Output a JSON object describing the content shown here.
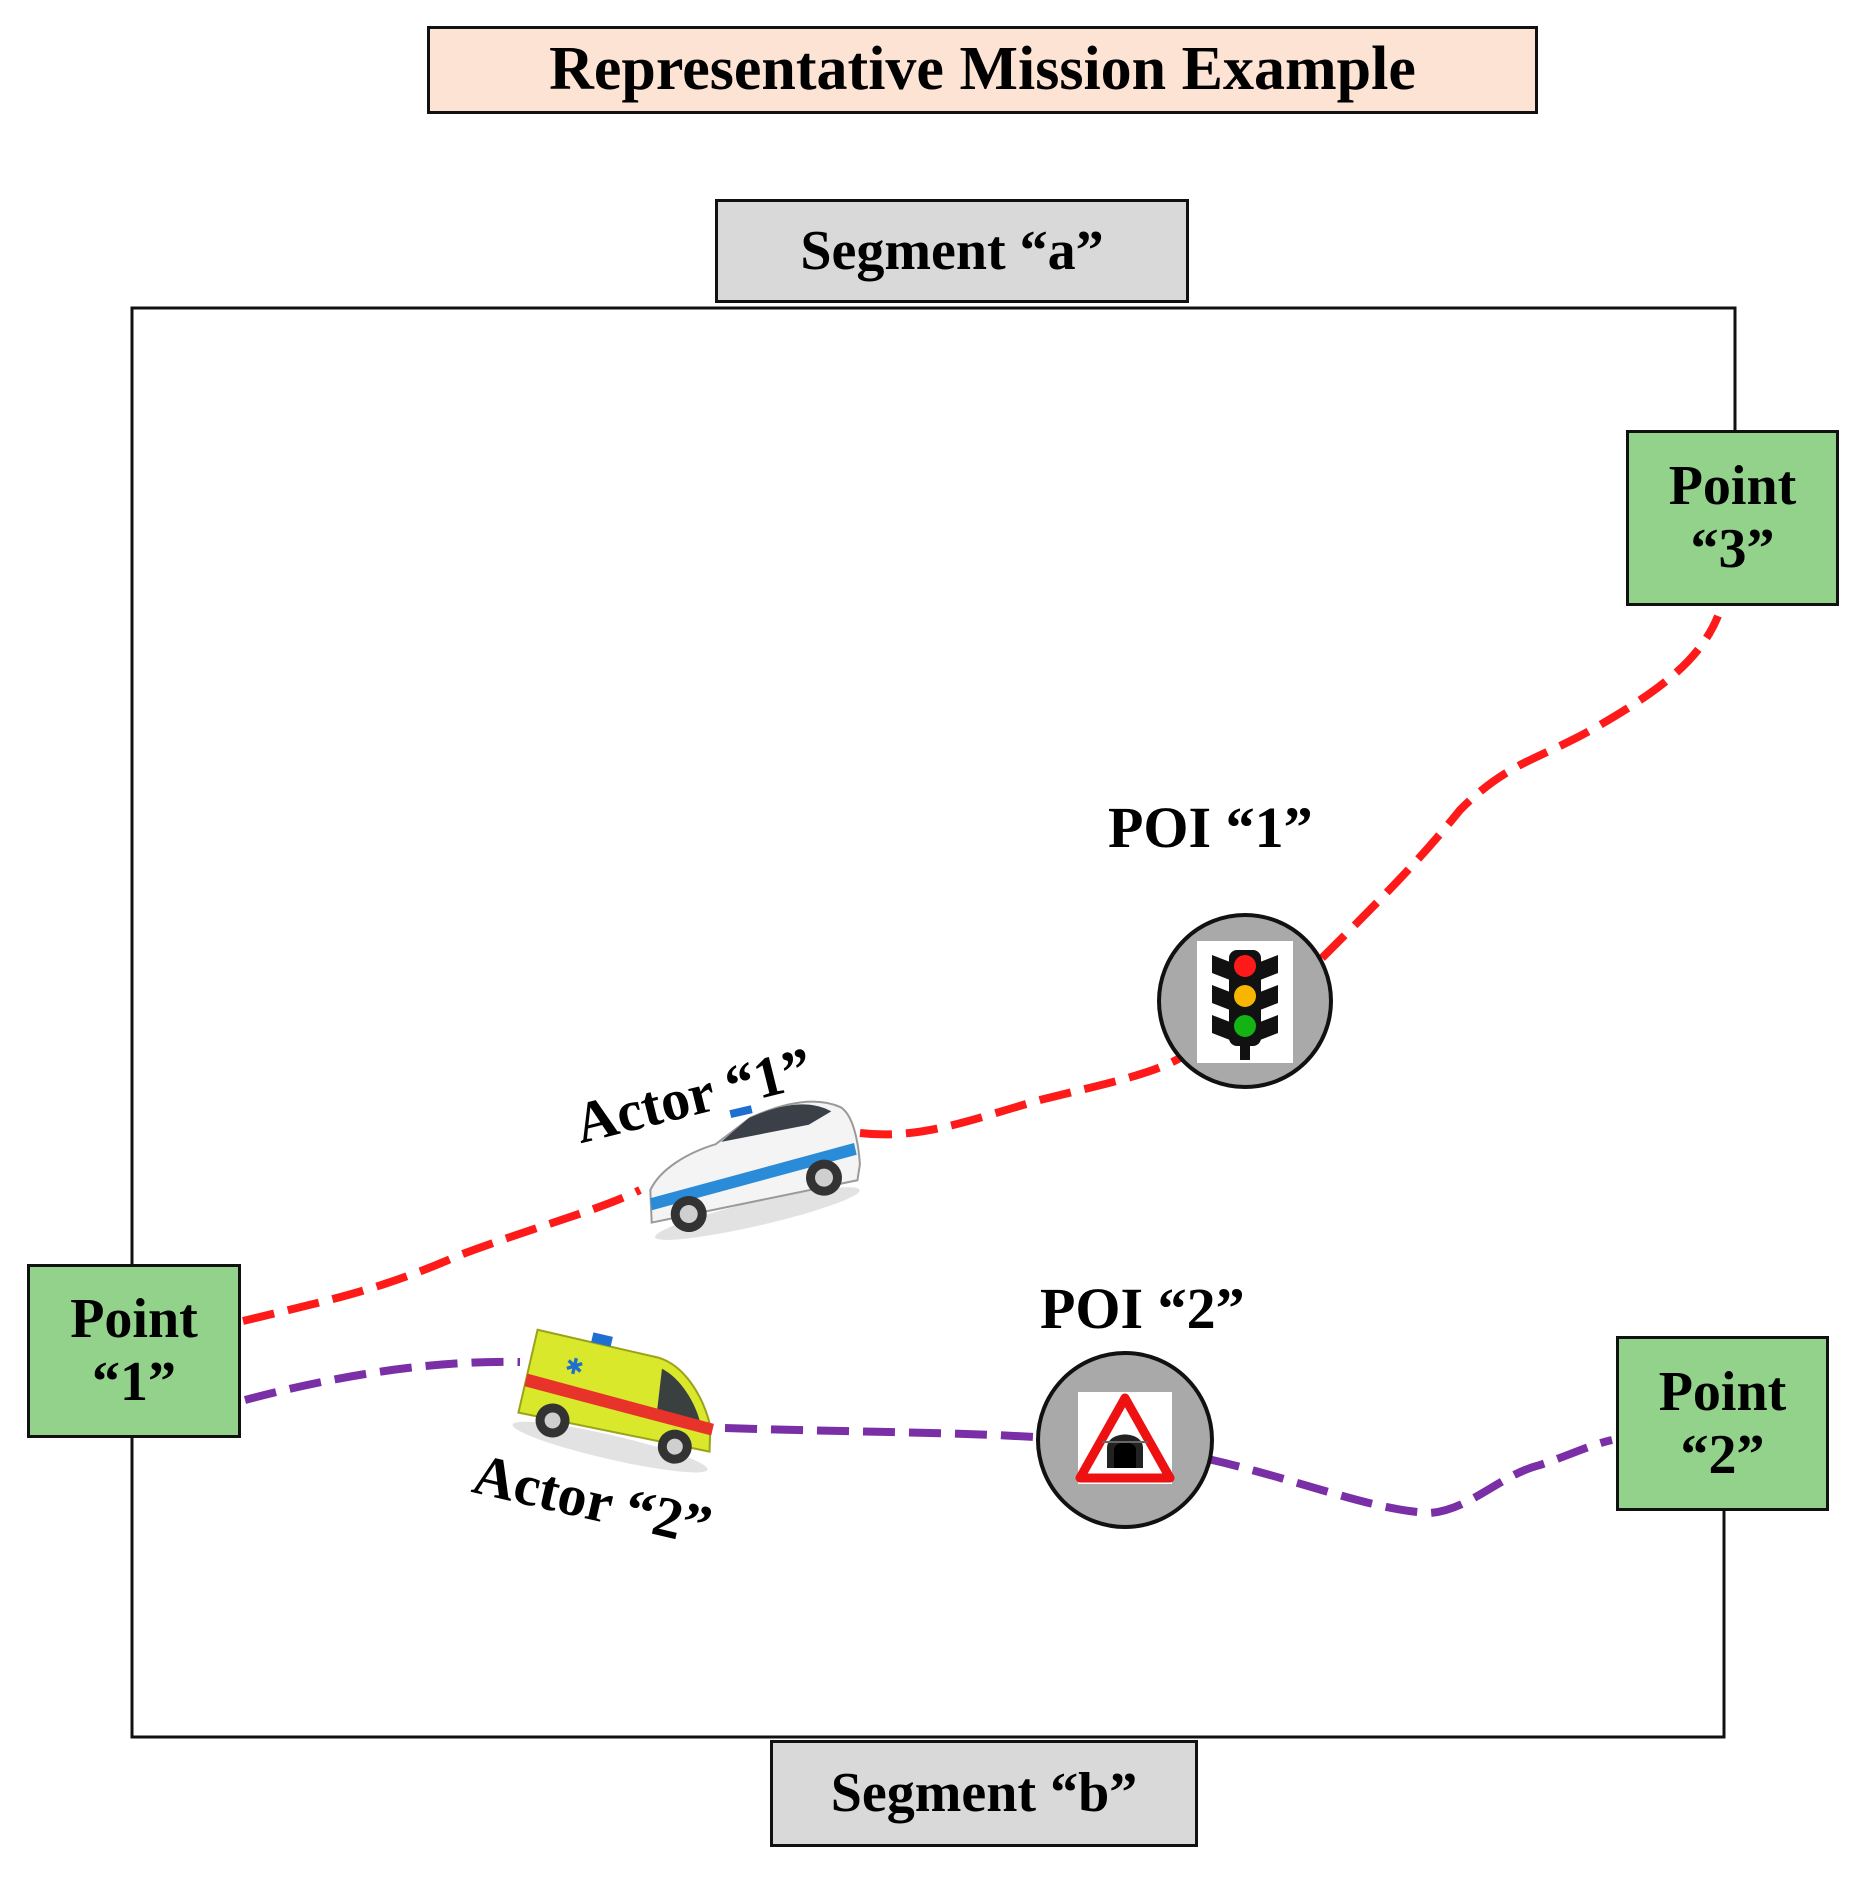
{
  "title": "Representative Mission Example",
  "segments": {
    "a": "Segment “a”",
    "b": "Segment “b”"
  },
  "points": {
    "p1": {
      "line1": "Point",
      "line2": "“1”"
    },
    "p2": {
      "line1": "Point",
      "line2": "“2”"
    },
    "p3": {
      "line1": "Point",
      "line2": "“3”"
    }
  },
  "pois": {
    "poi1": "POI “1”",
    "poi2": "POI “2”"
  },
  "actors": {
    "actor1": "Actor “1”",
    "actor2": "Actor “2”"
  },
  "colors": {
    "route_red": "#ff1a1a",
    "route_purple": "#7b2fa6",
    "point_fill": "#92d28b",
    "segment_fill": "#d9d9d9",
    "title_fill": "#fde3d3"
  },
  "icons": {
    "poi1": "traffic-light-icon",
    "poi2": "tunnel-warning-icon",
    "actor1": "police-car-icon",
    "actor2": "ambulance-icon"
  }
}
